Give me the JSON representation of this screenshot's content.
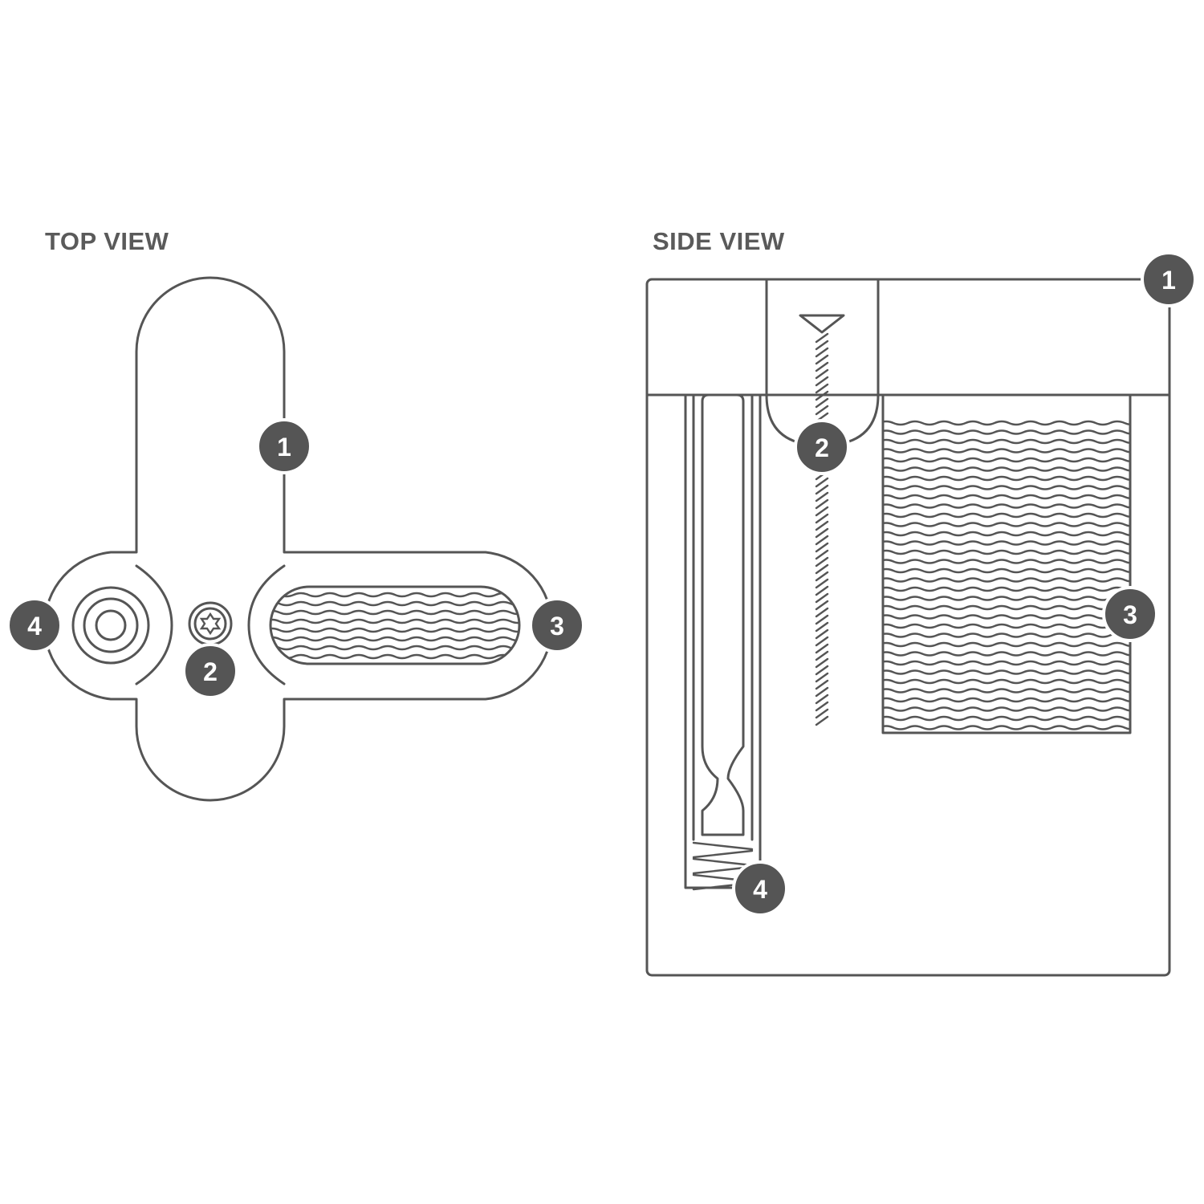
{
  "views": {
    "top": {
      "title": "TOP VIEW"
    },
    "side": {
      "title": "SIDE VIEW"
    }
  },
  "callouts": {
    "top": [
      "1",
      "2",
      "3",
      "4"
    ],
    "side": [
      "1",
      "2",
      "3",
      "4"
    ]
  },
  "colors": {
    "stroke": "#555555",
    "badge": "#555555",
    "badge_text": "#ffffff",
    "background": "#ffffff"
  }
}
